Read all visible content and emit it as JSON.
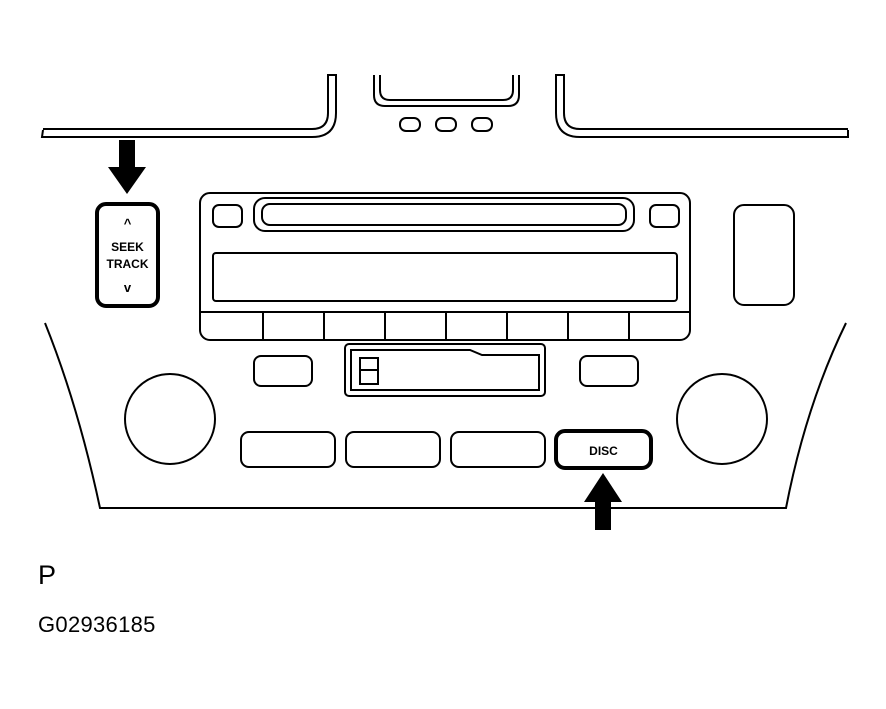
{
  "diagram": {
    "seek_track_button": {
      "up_glyph": "^",
      "line1": "SEEK",
      "line2": "TRACK",
      "down_glyph": "v"
    },
    "disc_button": {
      "label": "DISC"
    }
  },
  "captions": {
    "position_letter": "P",
    "figure_code": "G02936185"
  },
  "colors": {
    "line": "#000000",
    "background": "#ffffff"
  }
}
